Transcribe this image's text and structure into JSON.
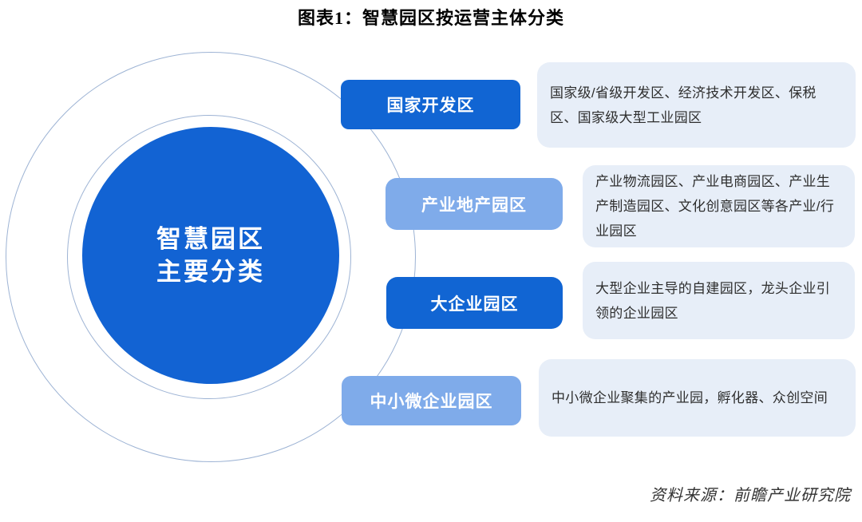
{
  "title": "图表1：智慧园区按运营主体分类",
  "center_circle": {
    "line1": "智慧园区",
    "line2": "主要分类"
  },
  "categories": [
    {
      "label": "国家开发区",
      "variant": "dark",
      "description": "国家级/省级开发区、经济技术开发区、保税区、国家级大型工业园区"
    },
    {
      "label": "产业地产园区",
      "variant": "light",
      "description": "产业物流园区、产业电商园区、产业生产制造园区、文化创意园区等各产业/行业园区"
    },
    {
      "label": "大企业园区",
      "variant": "dark",
      "description": "大型企业主导的自建园区，龙头企业引领的企业园区"
    },
    {
      "label": "中小微企业园区",
      "variant": "light",
      "description": "中小微企业聚集的产业园，孵化器、众创空间"
    }
  ],
  "source": "资料来源：前瞻产业研究院",
  "colors": {
    "dark_blue": "#1165d3",
    "light_blue": "#7fabea",
    "circle_blue": "#1263d3",
    "desc_bg": "#e7eef8",
    "ring_stroke": "#9db3d4"
  }
}
